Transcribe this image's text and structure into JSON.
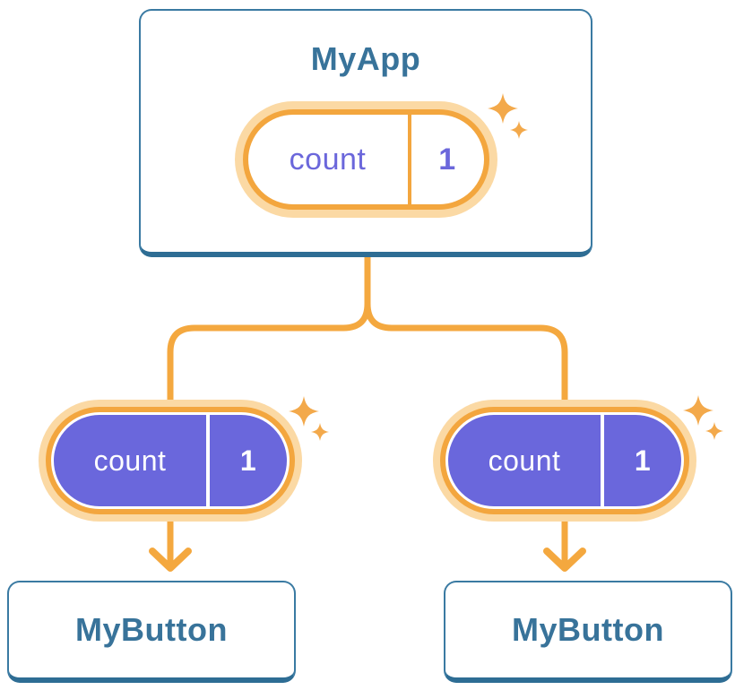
{
  "colors": {
    "card_border": "#3a7aa2",
    "card_border_bottom": "#2e6d94",
    "title_text": "#38739a",
    "connector": "#f4a83f",
    "pill_stroke": "#f3a63e",
    "pill_halo": "#fbd9a4",
    "pill_purple": "#6a67dc",
    "pill_text_purple": "#6b67db",
    "sparkle": "#f3a94b"
  },
  "root": {
    "title": "MyApp",
    "state": {
      "label": "count",
      "value": "1"
    }
  },
  "children": [
    {
      "title": "MyButton",
      "prop": {
        "label": "count",
        "value": "1"
      }
    },
    {
      "title": "MyButton",
      "prop": {
        "label": "count",
        "value": "1"
      }
    }
  ]
}
